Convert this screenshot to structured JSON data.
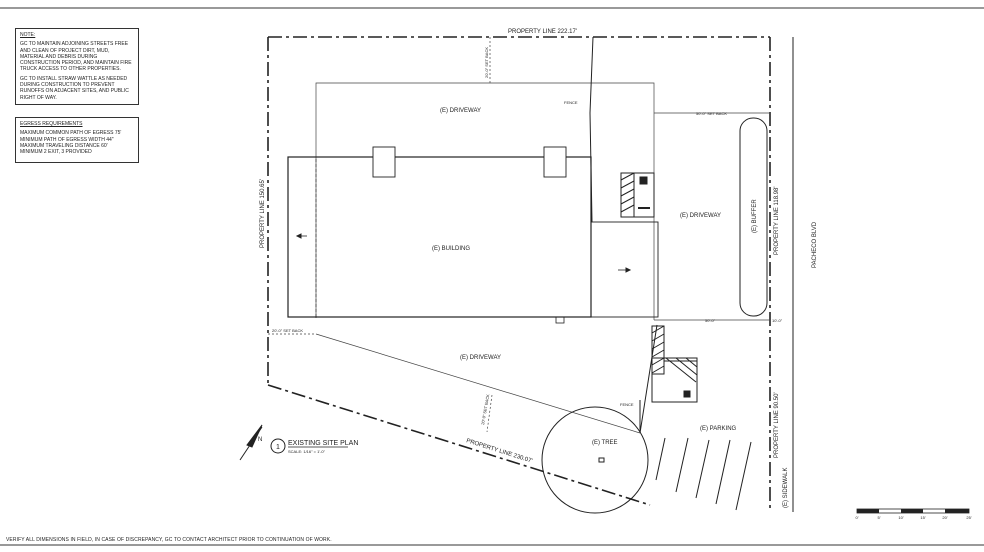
{
  "notes": {
    "heading": "NOTE:",
    "paragraphs": [
      "GC TO MAINTAIN ADJOINING STREETS FREE AND CLEAN OF PROJECT DIRT, MUD, MATERIAL AND DEBRIS DURING CONSTRUCTION PERIOD, AND MAINTAIN FIRE TRUCK ACCESS TO OTHER PROPERTIES.",
      "GC TO INSTALL STRAW WATTLE AS NEEDED DURING CONSTRUCTION TO PREVENT RUNOFFS ON ADJACENT SITES, AND PUBLIC RIGHT OF WAY."
    ]
  },
  "egress": {
    "heading": "EGRESS REQUIREMENTS",
    "lines": [
      "MAXIMUM COMMON PATH OF EGRESS 75'",
      "MINIMUM PATH OF EGRESS WIDTH 44\"",
      "MAXIMUM TRAVELING DISTANCE 60'",
      "MINIMUM 2 EXIT, 3 PROVIDED"
    ]
  },
  "plan": {
    "property_line_top": "PROPERTY LINE 222.17'",
    "property_line_left": "PROPERTY LINE 150.65'",
    "property_line_right": "PROPERTY LINE 118.98'",
    "property_line_bottom": "PROPERTY LINE 230.07'",
    "property_line_right_lower": "PROPERTY LINE 90.50'",
    "driveway_top": "(E) DRIVEWAY",
    "driveway_right": "(E) DRIVEWAY",
    "driveway_bottom": "(E) DRIVEWAY",
    "building": "(E) BUILDING",
    "buffer": "(E) BUFFER",
    "parking": "(E) PARKING",
    "tree": "(E) TREE",
    "sidewalk": "(E) SIDEWALK",
    "street": "PACHECO BLVD",
    "fence_upper": "FENCE",
    "fence_lower": "FENCE",
    "setback_top": "20'-0\" SET BACK",
    "setback_right": "50'-0\" SET BACK",
    "setback_left": "20'-0\" SET BACK",
    "setback_bottom": "20'-0\" SET BACK",
    "dim_50": "50'-0\"",
    "dim_10": "10'-0\""
  },
  "title_block": {
    "number": "1",
    "title": "EXISTING SITE PLAN",
    "scale": "SCALE: 1/16\" = 1'-0\""
  },
  "scale_bar": {
    "ticks": [
      "0'",
      "5'",
      "10'",
      "15'",
      "20'",
      "25'"
    ]
  },
  "footer_note": "VERIFY ALL DIMENSIONS IN FIELD, IN CASE OF DISCREPANCY, GC TO CONTACT ARCHITECT PRIOR TO CONTINUATION OF WORK."
}
